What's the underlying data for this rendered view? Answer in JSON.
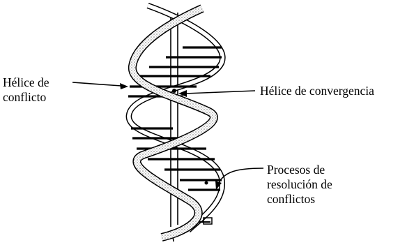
{
  "labels": {
    "conflict_helix": [
      "Hélice de",
      "conflicto"
    ],
    "convergence_helix": "Hélice de convergencia",
    "resolution_processes": [
      "Procesos de",
      "resolución de",
      "conflictos"
    ]
  },
  "colors": {
    "ink": "#000000",
    "paper": "#ffffff",
    "stipple": "#8a8a8a"
  },
  "icons": {
    "helix_figure": "double-helix"
  }
}
